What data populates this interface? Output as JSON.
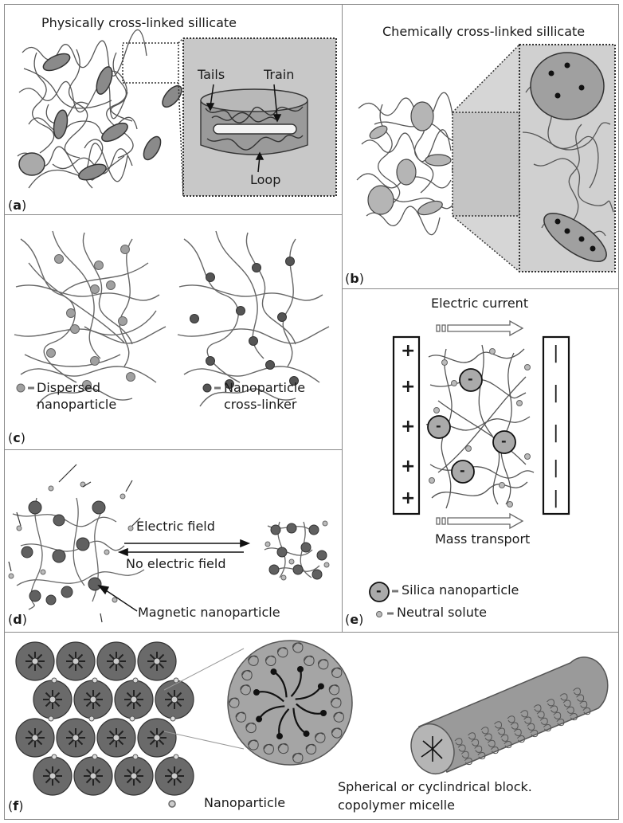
{
  "panel_a": {
    "title": "Physically cross-linked sillicate",
    "tails": "Tails",
    "train": "Train",
    "loop": "Loop",
    "label_letter": "a"
  },
  "panel_b": {
    "title": "Chemically cross-linked sillicate",
    "label_letter": "b"
  },
  "panel_c": {
    "legend_dispersed_line1": "Dispersed",
    "legend_dispersed_line2": "nanoparticle",
    "legend_crosslinker_line1": "Nanoparticle",
    "legend_crosslinker_line2": "cross-linker",
    "label_letter": "c"
  },
  "panel_d": {
    "electric_field": "Electric field",
    "no_electric_field": "No electric field",
    "magnetic_nanoparticle": "Magnetic nanoparticle",
    "label_letter": "d"
  },
  "panel_e": {
    "electric_current": "Electric current",
    "mass_transport": "Mass transport",
    "silica_nanoparticle": "Silica nanoparticle",
    "neutral_solute": "Neutral solute",
    "plus": "+",
    "minus_bar": "|",
    "minus_particle": "-",
    "label_letter": "e"
  },
  "panel_f": {
    "nanoparticle": "Nanoparticle",
    "micelle_line1": "Spherical or cyclindrical block.",
    "micelle_line2": "copolymer micelle",
    "label_letter": "f"
  },
  "colors": {
    "border": "#8a8a8a",
    "gray_fill": "#cfcfcf",
    "dark_particle": "#555555",
    "mid_particle": "#9a9a9a",
    "line": "#555555"
  }
}
